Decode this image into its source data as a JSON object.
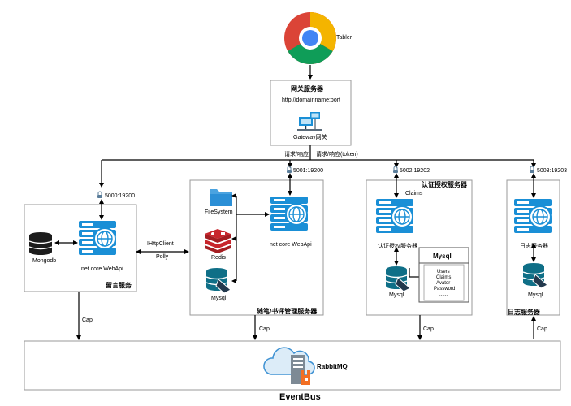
{
  "browser": {
    "label": "Tabler"
  },
  "gateway": {
    "title": "网关服务器",
    "url": "http://domainname:port",
    "caption": "Gateway网关",
    "req_left": "请求/响应",
    "req_right": "请求/响应(token)"
  },
  "services": [
    {
      "port": "5000:19200",
      "title": "留言服务",
      "api": "net core WebApi",
      "db": "Mongodb"
    },
    {
      "port": "5001:19200",
      "title": "随笔/书评管理服务器",
      "api": "net core WebApi",
      "stores": [
        "FileSystem",
        "Redis",
        "Mysql"
      ]
    },
    {
      "port": "5002:19202",
      "title": "认证授权服务器",
      "api": "认证授权服务器",
      "claims": "Claims",
      "db": "Mysql",
      "table_title": "Mysql",
      "table_rows": [
        "Users",
        "Claims",
        "Avator",
        "Password",
        "......"
      ]
    },
    {
      "port": "5003:19203",
      "title": "日志服务器",
      "api": "日志服务器",
      "db": "Mysql"
    }
  ],
  "link": {
    "client": "IHttpClient",
    "policy": "Polly"
  },
  "cap_label": "Cap",
  "bus": {
    "broker": "RabbitMQ",
    "title": "EventBus"
  },
  "colors": {
    "blue": "#1a8fd6",
    "dark": "#23394d",
    "teal": "#0f6f87",
    "red": "#c8262c"
  }
}
